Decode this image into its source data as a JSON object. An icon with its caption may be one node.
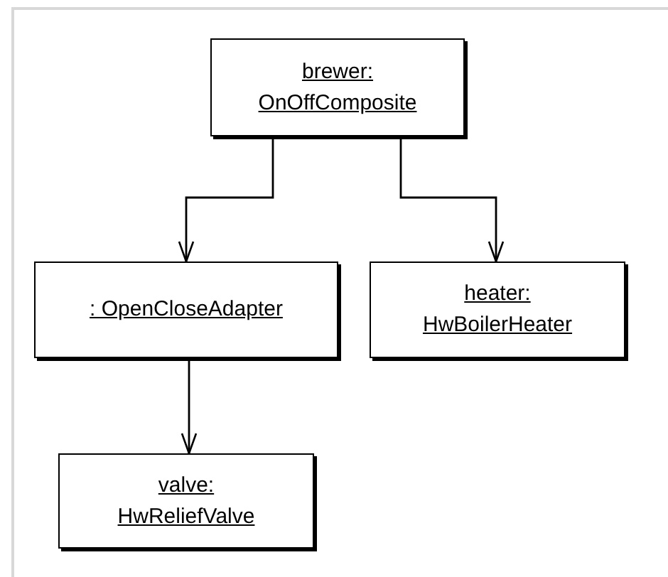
{
  "diagram": {
    "nodes": [
      {
        "text": [
          "brewer: OnOffComposite"
        ]
      },
      {
        "text": [
          ": OpenCloseAdapter"
        ]
      },
      {
        "text": [
          "heater: HwBoilerHeater"
        ]
      },
      {
        "text": [
          "valve: HwReliefValve"
        ]
      }
    ],
    "edges": [
      {
        "from": 0,
        "to": 1,
        "arrow": "to"
      },
      {
        "from": 0,
        "to": 2,
        "arrow": "to"
      },
      {
        "from": 1,
        "to": 3,
        "arrow": "to"
      }
    ]
  }
}
